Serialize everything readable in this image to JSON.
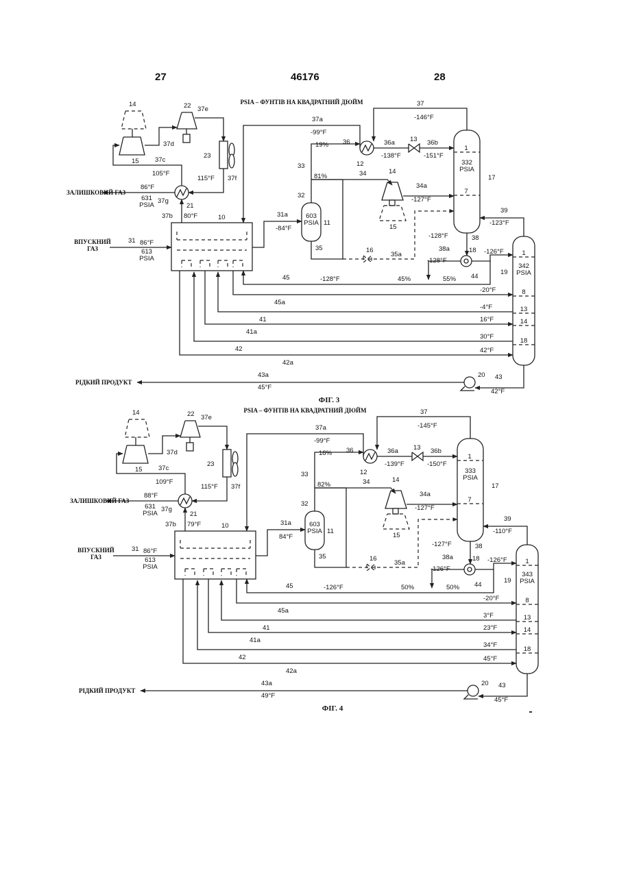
{
  "header": {
    "page_left": "27",
    "patent_no": "46176",
    "page_right": "28"
  },
  "figures": [
    {
      "caption": "ФІГ. 3",
      "units_note": "PSIA – ФУНТІВ НА КВАДРАТНИЙ ДЮЙМ",
      "inlet_label": "ВПУСКНИЙ ГАЗ",
      "residue_label": "ЗАЛИШКОВИЙ ГАЗ",
      "product_label": "РІДКИЙ ПРОДУКТ",
      "inlet_temp": "86°F",
      "inlet_press": "613 PSIA",
      "residue_temp": "86°F",
      "residue_press": "631 PSIA",
      "sep_press": "603 PSIA",
      "t37c": "105°F",
      "t37f": "115°F",
      "t37b": "80°F",
      "t31a": "-84°F",
      "split33": "19%",
      "split34": "81%",
      "t37a": "-99°F",
      "t36a": "-138°F",
      "t36b": "-151°F",
      "t37": "-146°F",
      "t34a": "-127°F",
      "demeth_press": "332 PSIA",
      "t39": "-123°F",
      "t_bottom": "-128°F",
      "t38a": "-128°F",
      "t_feed1": "-126°F",
      "t45": "-128°F",
      "p45a": "45%",
      "p45b": "55%",
      "absorb_press": "342 PSIA",
      "t45a": "-20°F",
      "t41": "-4°F",
      "t41a": "16°F",
      "t42": "30°F",
      "t42a": "42°F",
      "t43": "42°F",
      "t43a": "45°F",
      "tray_a1": "1",
      "tray_d1": "1",
      "tray_a2": "8",
      "tray_a3": "13",
      "tray_a4": "14",
      "tray_a5": "18",
      "tray_d7": "7"
    },
    {
      "caption": "ФІГ. 4",
      "units_note": "PSIA – ФУНТІВ НА КВАДРАТНИЙ ДЮЙМ",
      "inlet_label": "ВПУСКНИЙ ГАЗ",
      "residue_label": "ЗАЛИШКОВИЙ ГАЗ",
      "product_label": "РІДКИЙ ПРОДУКТ",
      "inlet_temp": "86°F",
      "inlet_press": "613 PSIA",
      "residue_temp": "88°F",
      "residue_press": "631 PSIA",
      "sep_press": "603 PSIA",
      "t37c": "109°F",
      "t37f": "115°F",
      "t37b": "79°F",
      "t31a": "84°F",
      "split33": "18%",
      "split34": "82%",
      "t37a": "-99°F",
      "t36a": "-139°F",
      "t36b": "-150°F",
      "t37": "-145°F",
      "t34a": "-127°F",
      "demeth_press": "333 PSIA",
      "t39": "-110°F",
      "t_bottom": "-127°F",
      "t38a": "-126°F",
      "t_feed1": "-126°F",
      "t45": "-126°F",
      "p45a": "50%",
      "p45b": "50%",
      "absorb_press": "343 PSIA",
      "t45a": "-20°F",
      "t41": "3°F",
      "t41a": "23°F",
      "t42": "34°F",
      "t42a": "45°F",
      "t43": "45°F",
      "t43a": "49°F",
      "tray_a1": "1",
      "tray_d1": "1",
      "tray_a2": "8",
      "tray_a3": "13",
      "tray_a4": "14",
      "tray_a5": "18",
      "tray_d7": "7"
    }
  ],
  "stream_labels": {
    "s31": "31",
    "s31a": "31a",
    "s32": "32",
    "s33": "33",
    "s34": "34",
    "s34a": "34a",
    "s35": "35",
    "s35a": "35a",
    "s36": "36",
    "s36a": "36a",
    "s36b": "36b",
    "s37": "37",
    "s37a": "37a",
    "s37b": "37b",
    "s37c": "37c",
    "s37d": "37d",
    "s37e": "37e",
    "s37f": "37f",
    "s37g": "37g",
    "s38": "38",
    "s38a": "38a",
    "s39": "39",
    "s41": "41",
    "s41a": "41a",
    "s42": "42",
    "s42a": "42a",
    "s43": "43",
    "s43a": "43a",
    "s44": "44",
    "s45": "45",
    "s45a": "45a"
  },
  "equipment_labels": {
    "e10": "10",
    "e11": "11",
    "e12": "12",
    "e13": "13",
    "e14": "14",
    "e15": "15",
    "e16": "16",
    "e17": "17",
    "e18": "18",
    "e19": "19",
    "e20": "20",
    "e21": "21",
    "e22": "22",
    "e23": "23"
  }
}
